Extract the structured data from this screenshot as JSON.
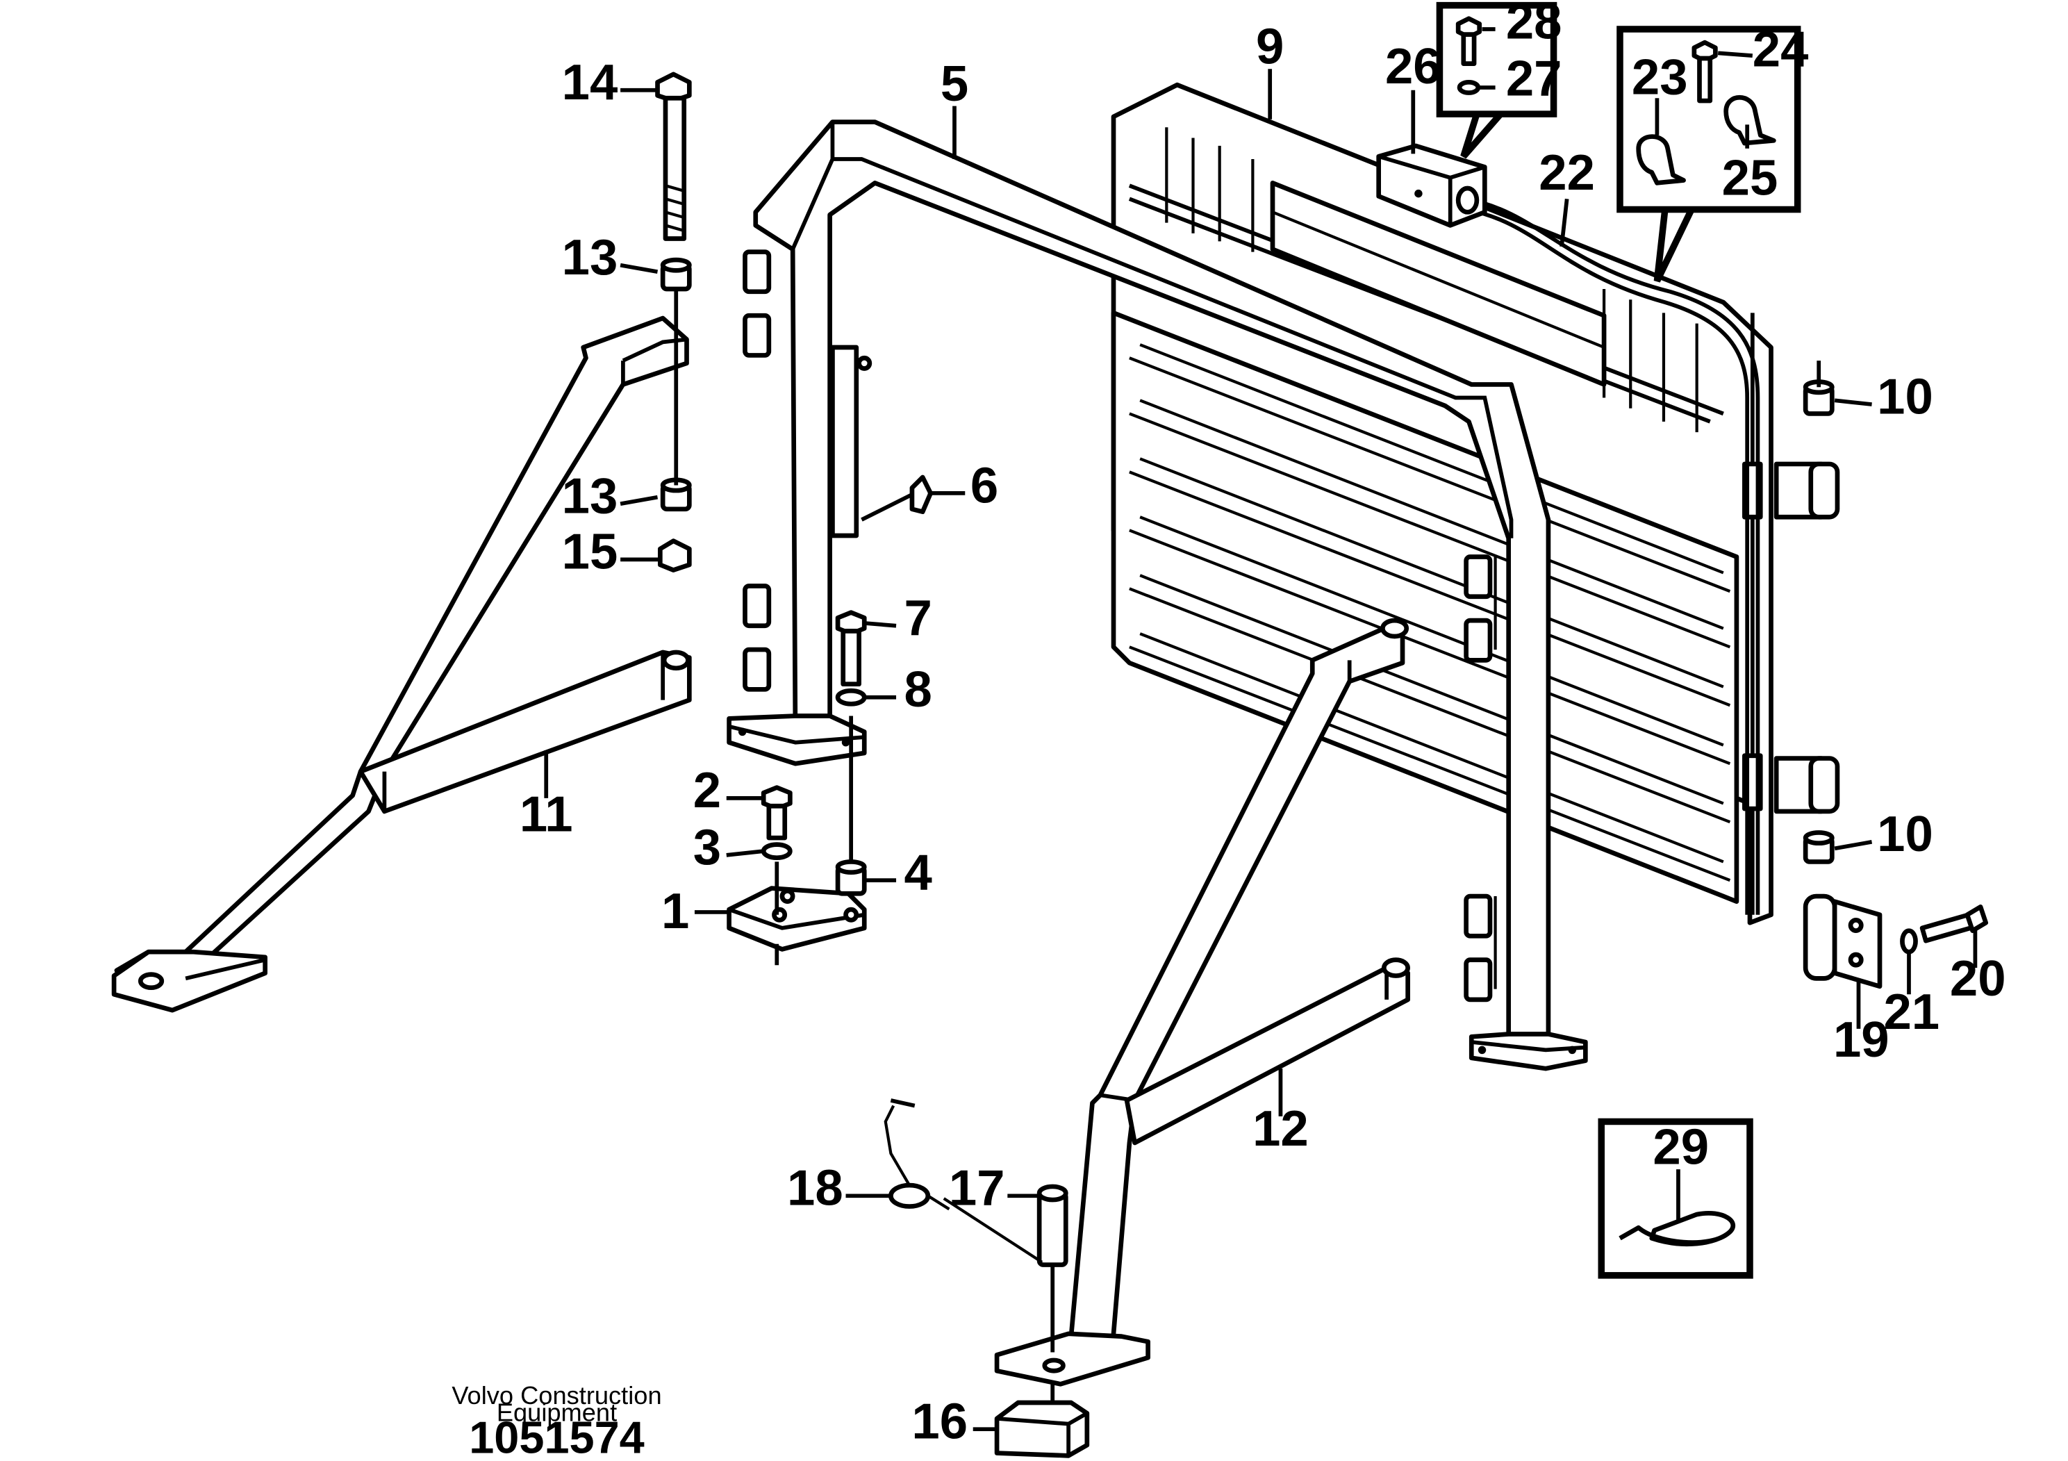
{
  "callouts": {
    "c1": "1",
    "c2": "2",
    "c3": "3",
    "c4": "4",
    "c5": "5",
    "c6": "6",
    "c7": "7",
    "c8": "8",
    "c9": "9",
    "c10a": "10",
    "c10b": "10",
    "c11": "11",
    "c12": "12",
    "c13a": "13",
    "c13b": "13",
    "c14": "14",
    "c15": "15",
    "c16": "16",
    "c17": "17",
    "c18": "18",
    "c19": "19",
    "c20": "20",
    "c21": "21",
    "c22": "22",
    "c23": "23",
    "c24": "24",
    "c25": "25",
    "c26": "26",
    "c27": "27",
    "c28": "28",
    "c29": "29"
  },
  "footer": {
    "company_line1": "Volvo Construction",
    "company_line2": "Equipment",
    "reference_number": "1051574"
  }
}
